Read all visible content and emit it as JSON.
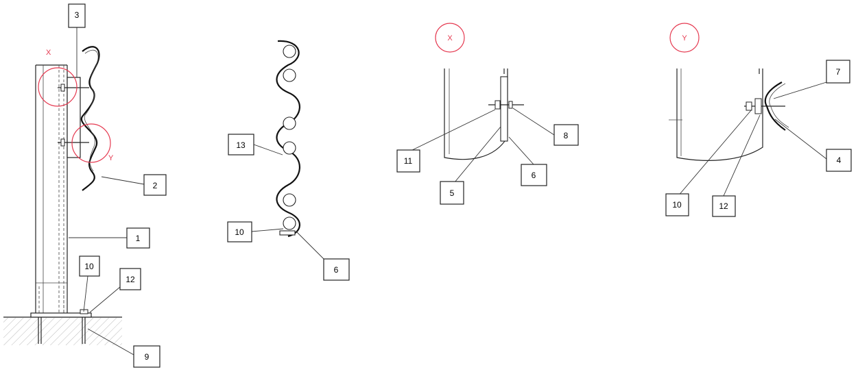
{
  "callouts": {
    "post_1": "1",
    "rail_2": "2",
    "spacer_3": "3",
    "post_9": "9",
    "post_10": "10",
    "post_12": "12",
    "rail_13": "13",
    "rail_10": "10",
    "rail_6": "6",
    "x_11": "11",
    "x_8": "8",
    "x_5": "5",
    "x_6": "6",
    "y_7": "7",
    "y_4": "4",
    "y_10": "10",
    "y_12": "12"
  },
  "detail_marks": {
    "x_label": "X",
    "y_label": "Y",
    "x_circle": "X",
    "y_circle": "Y"
  },
  "colors": {
    "detail_red": "#e53950",
    "line": "#222222"
  }
}
